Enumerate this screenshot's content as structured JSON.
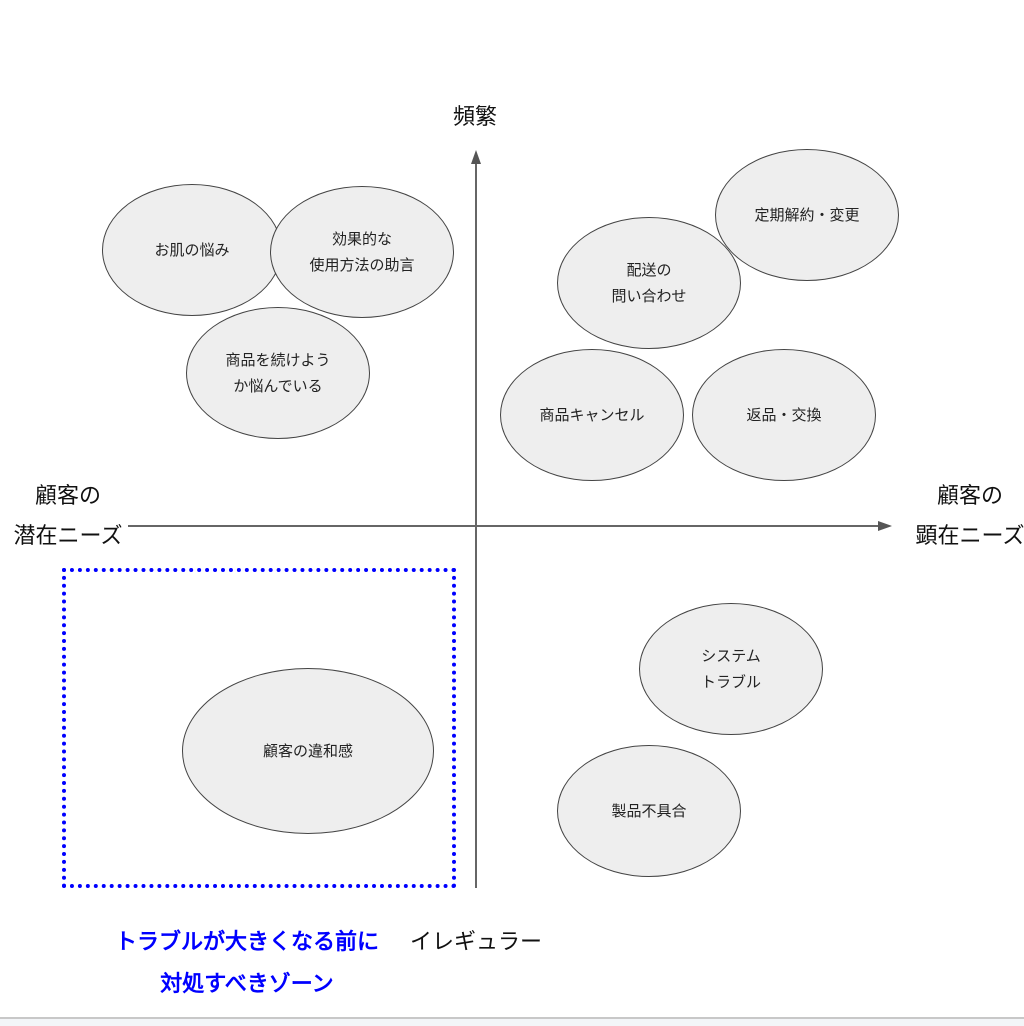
{
  "axes": {
    "top": "頻繁",
    "bottom": "イレギュラー",
    "left": [
      "顧客の",
      "潜在ニーズ"
    ],
    "right": [
      "顧客の",
      "顕在ニーズ"
    ]
  },
  "bubbles": [
    {
      "lines": [
        "お肌の悩み"
      ]
    },
    {
      "lines": [
        "効果的な",
        "使用方法の助言"
      ]
    },
    {
      "lines": [
        "商品を続けよう",
        "か悩んでいる"
      ]
    },
    {
      "lines": [
        "配送の",
        "問い合わせ"
      ]
    },
    {
      "lines": [
        "定期解約・変更"
      ]
    },
    {
      "lines": [
        "商品キャンセル"
      ]
    },
    {
      "lines": [
        "返品・交換"
      ]
    },
    {
      "lines": [
        "システム",
        "トラブル"
      ]
    },
    {
      "lines": [
        "製品不具合"
      ]
    },
    {
      "lines": [
        "顧客の違和感"
      ]
    }
  ],
  "zone": {
    "lines": [
      "トラブルが大きくなる前に",
      "対処すべきゾーン"
    ],
    "color": "#0000ff"
  }
}
